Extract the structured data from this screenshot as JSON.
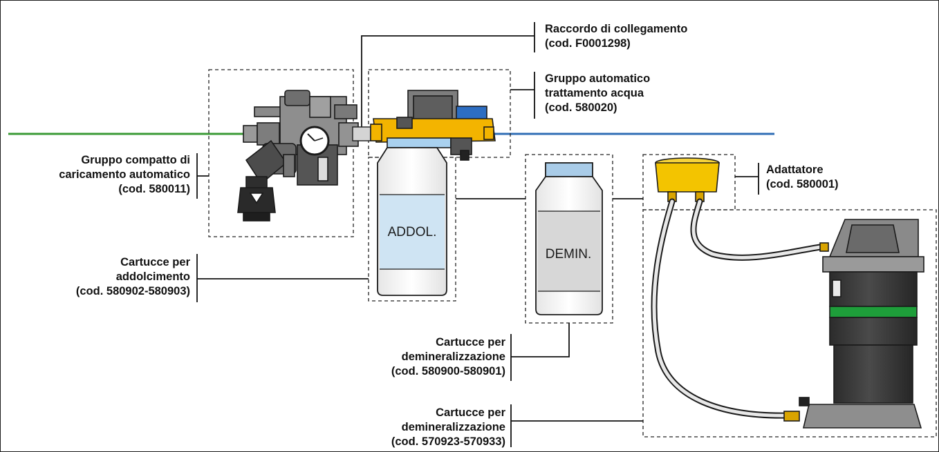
{
  "labels": {
    "raccordo": [
      "Raccordo di collegamento",
      "(cod. F0001298)"
    ],
    "gruppo_trattamento": [
      "Gruppo automatico",
      "trattamento acqua",
      "(cod. 580020)"
    ],
    "gruppo_compatto": [
      "Gruppo compatto di",
      "caricamento automatico",
      "(cod. 580011)"
    ],
    "adattatore": [
      "Adattatore",
      "(cod. 580001)"
    ],
    "cartucce_addolcimento": [
      "Cartucce per",
      "addolcimento",
      "(cod. 580902-580903)"
    ],
    "cartucce_demin_1": [
      "Cartucce per",
      "demineralizzazione",
      "(cod. 580900-580901)"
    ],
    "cartucce_demin_2": [
      "Cartucce per",
      "demineralizzazione",
      "(cod. 570923-570933)"
    ]
  },
  "cartridges": {
    "addol": "ADDOL.",
    "demin": "DEMIN."
  },
  "colors": {
    "inlet_pipe": "#3a9a35",
    "outlet_pipe": "#2f6db5",
    "brass_yellow": "#f3b400",
    "softener_liquid": "#cfe4f3",
    "demin_liquid": "#d7d7d7",
    "demin_cap": "#a9cce8",
    "vessel_band": "#1e9e3a",
    "dark_body": "#3a3a3a"
  }
}
